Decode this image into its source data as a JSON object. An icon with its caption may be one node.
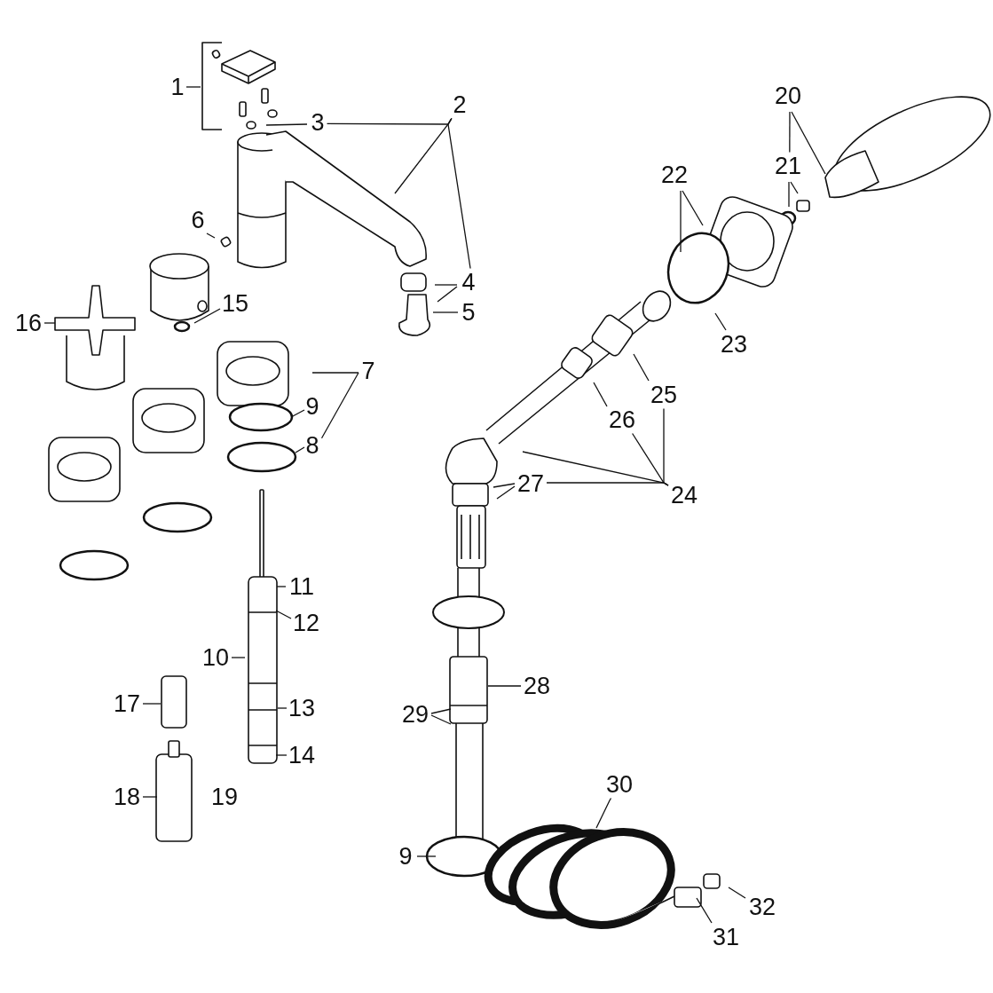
{
  "diagram": {
    "nodes": [
      {
        "text": [
          "1"
        ]
      },
      {
        "text": [
          "2"
        ]
      },
      {
        "text": [
          "3"
        ]
      },
      {
        "text": [
          "4"
        ]
      },
      {
        "text": [
          "5"
        ]
      },
      {
        "text": [
          "6"
        ]
      },
      {
        "text": [
          "15"
        ]
      },
      {
        "text": [
          "16"
        ]
      },
      {
        "text": [
          "7"
        ]
      },
      {
        "text": [
          "9"
        ]
      },
      {
        "text": [
          "8"
        ]
      },
      {
        "text": [
          "11"
        ]
      },
      {
        "text": [
          "12"
        ]
      },
      {
        "text": [
          "10"
        ]
      },
      {
        "text": [
          "13"
        ]
      },
      {
        "text": [
          "14"
        ]
      },
      {
        "text": [
          "17"
        ]
      },
      {
        "text": [
          "18"
        ]
      },
      {
        "text": [
          "20"
        ]
      },
      {
        "text": [
          "21"
        ]
      },
      {
        "text": [
          "22"
        ]
      },
      {
        "text": [
          "23"
        ]
      },
      {
        "text": [
          "24"
        ]
      },
      {
        "text": [
          "25"
        ]
      },
      {
        "text": [
          "26"
        ]
      },
      {
        "text": [
          "27"
        ]
      },
      {
        "text": [
          "28"
        ]
      },
      {
        "text": [
          "29"
        ]
      },
      {
        "text": [
          "30"
        ]
      },
      {
        "text": [
          "9"
        ]
      },
      {
        "text": [
          "31"
        ]
      },
      {
        "text": [
          "32"
        ]
      }
    ],
    "edges": [
      {
        "from": 0,
        "to": null,
        "arrow": "none"
      },
      {
        "from": 1,
        "to": null,
        "arrow": "none"
      },
      {
        "from": 1,
        "to": 3,
        "arrow": "none"
      },
      {
        "from": 1,
        "to": 2,
        "arrow": "none"
      },
      {
        "from": 2,
        "to": null,
        "arrow": "none"
      },
      {
        "from": 3,
        "to": null,
        "arrow": "none"
      },
      {
        "from": 3,
        "to": null,
        "arrow": "none"
      },
      {
        "from": 4,
        "to": null,
        "arrow": "none"
      },
      {
        "from": 5,
        "to": null,
        "arrow": "none"
      },
      {
        "from": 6,
        "to": null,
        "arrow": "none"
      },
      {
        "from": 7,
        "to": null,
        "arrow": "none"
      },
      {
        "from": 8,
        "to": null,
        "arrow": "none"
      },
      {
        "from": 8,
        "to": 10,
        "arrow": "none"
      },
      {
        "from": 9,
        "to": null,
        "arrow": "none"
      },
      {
        "from": 10,
        "to": null,
        "arrow": "none"
      },
      {
        "from": 11,
        "to": null,
        "arrow": "none"
      },
      {
        "from": 12,
        "to": null,
        "arrow": "none"
      },
      {
        "from": 13,
        "to": null,
        "arrow": "none"
      },
      {
        "from": 14,
        "to": null,
        "arrow": "none"
      },
      {
        "from": 15,
        "to": null,
        "arrow": "none"
      },
      {
        "from": 16,
        "to": null,
        "arrow": "none"
      },
      {
        "from": 17,
        "to": null,
        "arrow": "none"
      },
      {
        "from": 18,
        "to": 19,
        "arrow": "none"
      },
      {
        "from": 18,
        "to": null,
        "arrow": "none"
      },
      {
        "from": 19,
        "to": null,
        "arrow": "none"
      },
      {
        "from": 19,
        "to": null,
        "arrow": "none"
      },
      {
        "from": 20,
        "to": null,
        "arrow": "none"
      },
      {
        "from": 20,
        "to": null,
        "arrow": "none"
      },
      {
        "from": 21,
        "to": null,
        "arrow": "none"
      },
      {
        "from": 22,
        "to": null,
        "arrow": "none"
      },
      {
        "from": 22,
        "to": 24,
        "arrow": "none"
      },
      {
        "from": 22,
        "to": 23,
        "arrow": "none"
      },
      {
        "from": 22,
        "to": 25,
        "arrow": "none"
      },
      {
        "from": 23,
        "to": null,
        "arrow": "none"
      },
      {
        "from": 24,
        "to": null,
        "arrow": "none"
      },
      {
        "from": 25,
        "to": null,
        "arrow": "none"
      },
      {
        "from": 25,
        "to": null,
        "arrow": "none"
      },
      {
        "from": 26,
        "to": null,
        "arrow": "none"
      },
      {
        "from": 27,
        "to": null,
        "arrow": "none"
      },
      {
        "from": 27,
        "to": null,
        "arrow": "none"
      },
      {
        "from": 28,
        "to": null,
        "arrow": "none"
      },
      {
        "from": 29,
        "to": null,
        "arrow": "none"
      },
      {
        "from": 30,
        "to": null,
        "arrow": "none"
      },
      {
        "from": 31,
        "to": null,
        "arrow": "none"
      }
    ],
    "labels": [
      "19"
    ]
  }
}
